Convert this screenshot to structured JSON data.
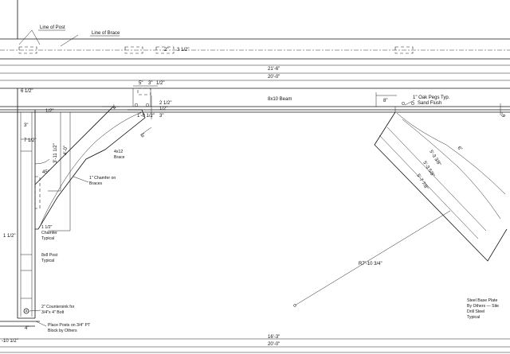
{
  "callouts": {
    "line_of_post": "Line of Post",
    "line_of_brace": "Line of Brace",
    "beam": "8x10 Beam",
    "brace": "4x12\nBrace",
    "chamfer_braces": "1\" Chamfer on\nBraces",
    "chamfer_typical": "1 1/2\"\nChamfer\nTypical",
    "post": "8x8 Post\nTypical",
    "countersink": "2\" Countersink for\n3/4\"x 4\" Bolt",
    "place_posts": "Place Posts on 3/4\" PT\nBlock by Others",
    "oak_pegs": "1\" Oak Pegs Typ.\nSand Flush",
    "steel_plate": "Steel Base Plate\nBy Others — Site\nDrill Steel\nTypical"
  },
  "dimensions": {
    "top_2": "2\"",
    "top_3_1_2": "3 1/2\"",
    "overall_21_6": "21'-6\"",
    "overall_20_0_top": "20'-0\"",
    "post_6_1_2": "6 1/2\"",
    "post_1_2": "1/2\"",
    "post_3": "3\"",
    "post_7_1_2": "7 1/2\"",
    "post_1_1_2": "1 1/2\"",
    "post_4": "4\"",
    "post_10_1_2": "-10 1/2\"",
    "brace_5": "5\"",
    "brace_3": "3\"",
    "brace_1_2": "1/2\"",
    "brace_2_1_2": "2 1/2\"",
    "brace_1_2b": "1/2\"",
    "brace_3b": "3\"",
    "brace_1_0_1_2": "1'-0 1/2\"",
    "brace_4": "4\"",
    "brace_6": "6\"",
    "brace_3_11_1_2": "3'-11 1/2\"",
    "brace_4_0": "4'-0\"",
    "angle_45": "45°",
    "right_8": "8\"",
    "right_6": "6\"",
    "arc_5_3_3_8": "5'-3 3/8\"",
    "arc_5_3_5_8": "5'-3 5/8\"",
    "arc_5_7_7_8": "5'-7 7/8\"",
    "radius": "R7'-10 3/4\"",
    "bottom_16_3": "16'-3\"",
    "bottom_20_0": "20'-0\""
  }
}
